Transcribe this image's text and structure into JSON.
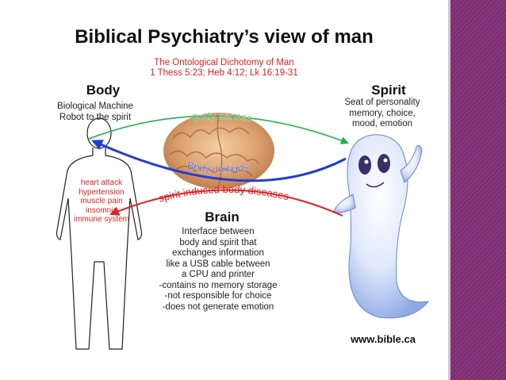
{
  "title": "Biblical Psychiatry’s view of man",
  "subtitle": {
    "line1": "The Ontological Dichotomy of Man",
    "line2": "1 Thess 5:23; Heb 4:12; Lk 16:19-31"
  },
  "body": {
    "title": "Body",
    "desc": [
      "Biological Machine",
      "Robot to the spirit"
    ],
    "symptoms": [
      "heart attack",
      "hypertension",
      "muscle pain",
      "insomnia",
      "immune system"
    ]
  },
  "spirit": {
    "title": "Spirit",
    "desc": [
      "Seat of personality",
      "memory, choice,",
      "mood, emotion"
    ]
  },
  "brain": {
    "title": "Brain",
    "desc": [
      "Interface between",
      "body and spirit that",
      "exchanges information",
      "like a USB cable between",
      "a CPU and printer",
      "-contains no memory storage",
      "-not responsible for choice",
      "-does not generate emotion"
    ]
  },
  "arrows": {
    "senses": "Body senses",
    "motions": "Body motions",
    "diseases": "spirit induced body diseases"
  },
  "colors": {
    "senses": "#22b14c",
    "motions": "#1f3fd1",
    "diseases": "#e02020",
    "accent_bar": "#7d2a72"
  },
  "source_url": "www.bible.ca"
}
